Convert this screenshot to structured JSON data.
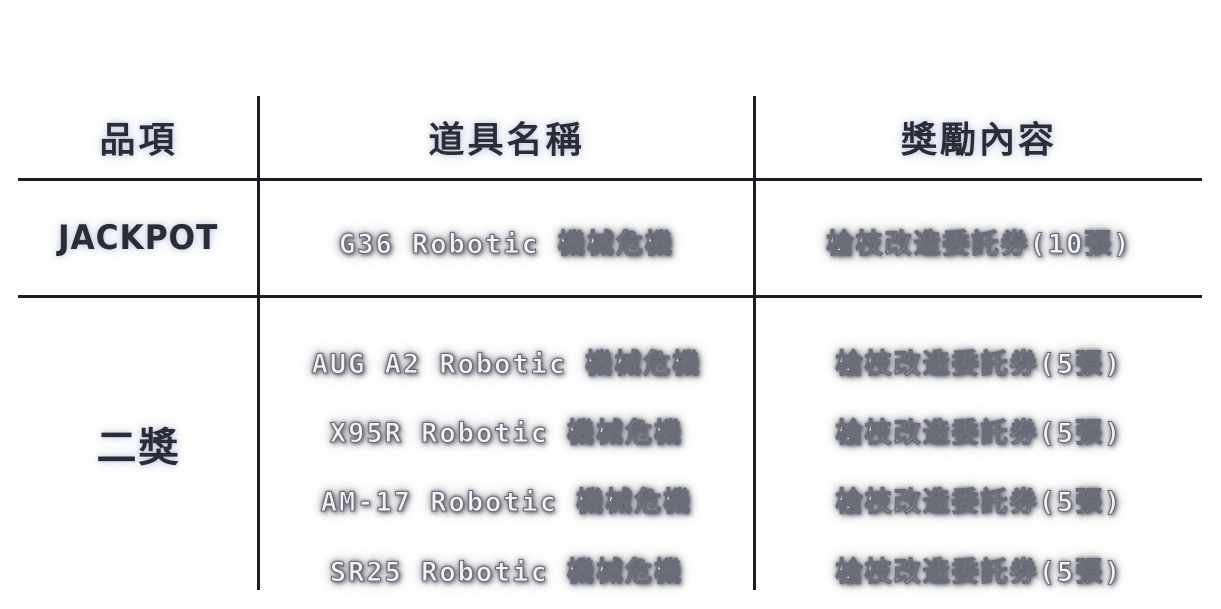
{
  "headers": {
    "item": "品項",
    "name": "道具名稱",
    "reward": "獎勵內容"
  },
  "rows": [
    {
      "category": "JACKPOT",
      "entries": [
        {
          "name": "G36 Robotic 機械危機",
          "reward": "槍枝改造委託券(10張)"
        }
      ]
    },
    {
      "category": "二獎",
      "entries": [
        {
          "name": "AUG A2 Robotic 機械危機",
          "reward": "槍枝改造委託券(5張)"
        },
        {
          "name": "X95R Robotic 機械危機",
          "reward": "槍枝改造委託券(5張)"
        },
        {
          "name": "AM-17 Robotic 機械危機",
          "reward": "槍枝改造委託券(5張)"
        },
        {
          "name": "SR25 Robotic 機械危機",
          "reward": "槍枝改造委託券(5張)"
        }
      ]
    }
  ]
}
